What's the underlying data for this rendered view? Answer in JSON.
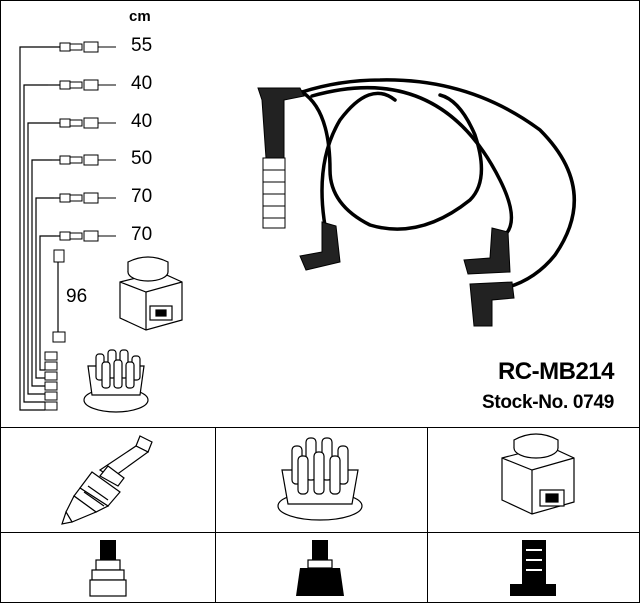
{
  "unit_label": "cm",
  "cable_lengths": [
    "55",
    "40",
    "40",
    "50",
    "70",
    "70"
  ],
  "coil_cable_length": "96",
  "model_number": "RC-MB214",
  "stock_number": "Stock-No. 0749",
  "component_icons": [
    "spark-plug-icon",
    "distributor-cap-icon",
    "ignition-coil-icon"
  ],
  "connector_icons": [
    "spark-plug-boot-icon",
    "distributor-boot-icon",
    "coil-boot-icon"
  ]
}
